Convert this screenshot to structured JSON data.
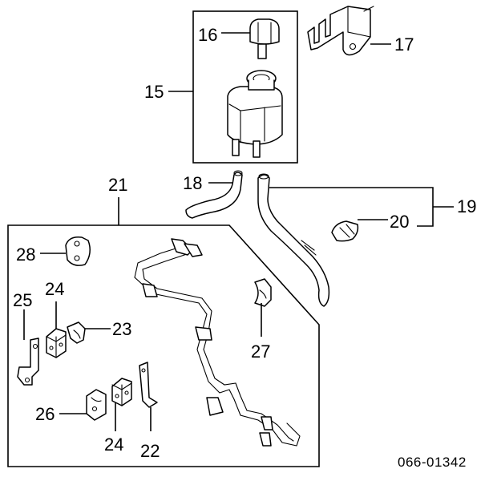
{
  "diagram_code": "066-01342",
  "callouts": {
    "p15": "15",
    "p16": "16",
    "p17": "17",
    "p18": "18",
    "p19": "19",
    "p20": "20",
    "p21": "21",
    "p22": "22",
    "p23": "23",
    "p24a": "24",
    "p24b": "24",
    "p25": "25",
    "p26": "26",
    "p27": "27",
    "p28": "28"
  }
}
